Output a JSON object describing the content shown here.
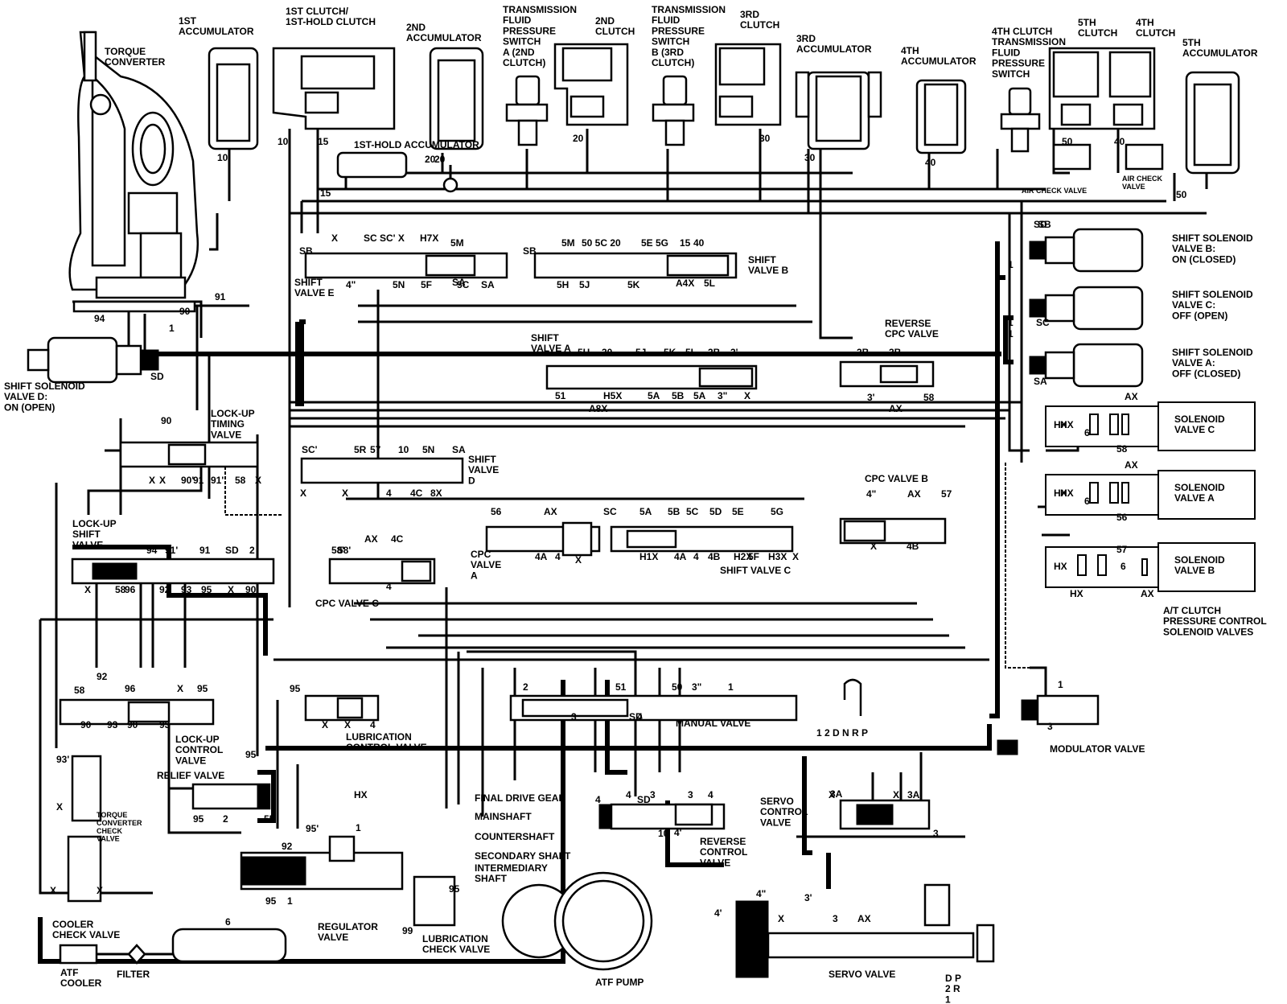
{
  "components": {
    "torque_converter": "TORQUE\nCONVERTER",
    "first_accumulator": "1ST\nACCUMULATOR",
    "first_clutch": "1ST CLUTCH/\n1ST-HOLD CLUTCH",
    "first_hold_accumulator": "1ST-HOLD ACCUMULATOR",
    "second_accumulator": "2ND\nACCUMULATOR",
    "tfp_switch_a": "TRANSMISSION\nFLUID\nPRESSURE\nSWITCH\nA (2ND\nCLUTCH)",
    "second_clutch": "2ND\nCLUTCH",
    "tfp_switch_b": "TRANSMISSION\nFLUID\nPRESSURE\nSWITCH\nB (3RD\nCLUTCH)",
    "third_clutch": "3RD\nCLUTCH",
    "third_accumulator": "3RD\nACCUMULATOR",
    "fourth_accumulator": "4TH\nACCUMULATOR",
    "fourth_clutch_switch": "4TH CLUTCH\nTRANSMISSION\nFLUID\nPRESSURE\nSWITCH",
    "fifth_clutch": "5TH\nCLUTCH",
    "fourth_clutch": "4TH\nCLUTCH",
    "fifth_accumulator": "5TH\nACCUMULATOR",
    "air_check_valve_1": "AIR CHECK VALVE",
    "air_check_valve_2": "AIR CHECK\nVALVE",
    "shift_solenoid_b": "SHIFT SOLENOID\nVALVE B:\nON (CLOSED)",
    "shift_solenoid_c": "SHIFT SOLENOID\nVALVE C:\nOFF (OPEN)",
    "shift_solenoid_a": "SHIFT SOLENOID\nVALVE A:\nOFF (CLOSED)",
    "shift_solenoid_d": "SHIFT SOLENOID\nVALVE D:\nON (OPEN)",
    "solenoid_valve_c": "SOLENOID\nVALVE C",
    "solenoid_valve_a": "SOLENOID\nVALVE A",
    "solenoid_valve_b": "SOLENOID\nVALVE B",
    "at_clutch_pcs": "A/T CLUTCH\nPRESSURE CONTROL\nSOLENOID VALVES",
    "shift_valve_e": "SHIFT\nVALVE E",
    "shift_valve_b": "SHIFT\nVALVE B",
    "shift_valve_a": "SHIFT\nVALVE A",
    "shift_valve_d": "SHIFT\nVALVE\nD",
    "shift_valve_c": "SHIFT VALVE C",
    "reverse_cpc_valve": "REVERSE\nCPC VALVE",
    "cpc_valve_b": "CPC VALVE B",
    "cpc_valve_a": "CPC\nVALVE\nA",
    "cpc_valve_c": "CPC VALVE C",
    "lock_up_timing_valve": "LOCK-UP\nTIMING\nVALVE",
    "lock_up_shift_valve": "LOCK-UP\nSHIFT\nVALVE",
    "lock_up_control_valve": "LOCK-UP\nCONTROL\nVALVE",
    "relief_valve": "RELIEF VALVE",
    "torque_converter_check_valve": "TORQUE\nCONVERTER\nCHECK\nVALVE",
    "lubrication_control_valve": "LUBRICATION\nCONTROL VALVE",
    "manual_valve": "MANUAL VALVE",
    "shift_positions": "1 2 D N R  P",
    "modulator_valve": "MODULATOR VALVE",
    "servo_control_valve": "SERVO\nCONTROL\nVALVE",
    "reverse_control_valve": "REVERSE\nCONTROL\nVALVE",
    "regulator_valve": "REGULATOR\nVALVE",
    "lubrication_check_valve": "LUBRICATION\nCHECK VALVE",
    "atf_pump": "ATF PUMP",
    "servo_valve": "SERVO VALVE",
    "cooler_check_valve": "COOLER\nCHECK VALVE",
    "atf_cooler": "ATF\nCOOLER",
    "filter": "FILTER",
    "final_drive_gear": "FINAL DRIVE GEAR",
    "mainshaft": "MAINSHAFT",
    "countershaft": "COUNTERSHAFT",
    "secondary_shaft": "SECONDARY SHAFT",
    "intermediary_shaft": "INTERMEDIARY\nSHAFT",
    "servo_positions": "D P\n2 R\n1"
  },
  "ports": [
    "10",
    "10",
    "15",
    "15",
    "20",
    "20",
    "20",
    "30",
    "30",
    "40",
    "40",
    "50",
    "50",
    "1",
    "1",
    "1",
    "1",
    "1",
    "SB",
    "SB",
    "SB",
    "SC",
    "SA",
    "SA",
    "SD",
    "SD",
    "X",
    "SC SC' X",
    "H7X",
    "5M",
    "5N",
    "5F",
    "5C",
    "SA",
    "4\"",
    "5M",
    "50 5C 20",
    "5E 5G",
    "15",
    "40",
    "5H",
    "5J",
    "5K",
    "A4X",
    "5L",
    "5H",
    "30",
    "5J",
    "5K",
    "5L",
    "3B",
    "3'",
    "51",
    "H5X",
    "A8X",
    "5A",
    "5B",
    "5A",
    "3\"",
    "X",
    "3B",
    "3B",
    "3'",
    "AX",
    "58",
    "HX",
    "AX",
    "HX",
    "6",
    "58",
    "HX",
    "AX",
    "HX",
    "6",
    "56",
    "HX",
    "6",
    "57",
    "HX",
    "AX",
    "90",
    "90'",
    "91",
    "91'",
    "58",
    "X",
    "X",
    "X",
    "94",
    "90",
    "91",
    "SC'",
    "5R",
    "57",
    "10",
    "5N",
    "SA",
    "4",
    "4C",
    "8X",
    "X",
    "X",
    "56",
    "AX",
    "SC",
    "5A",
    "5B",
    "5C",
    "5D",
    "5E",
    "5G",
    "4A",
    "4",
    "X",
    "H1X",
    "4A",
    "4",
    "4B",
    "H2X",
    "5F",
    "H3X",
    "X",
    "4\"",
    "AX",
    "57",
    "X",
    "4B",
    "58'",
    "AX",
    "4C",
    "4",
    "58'",
    "94",
    "91'",
    "91",
    "SD",
    "2",
    "X",
    "58",
    "96",
    "92",
    "93",
    "95",
    "X",
    "90'",
    "92",
    "58",
    "96",
    "X",
    "95",
    "90",
    "93",
    "90",
    "93",
    "93'",
    "X",
    "X",
    "X",
    "95",
    "2",
    "95",
    "5R",
    "95",
    "X",
    "X",
    "4",
    "2",
    "51",
    "50",
    "3\"",
    "1",
    "3",
    "SD",
    "4",
    "4",
    "3",
    "3",
    "4",
    "X",
    "X",
    "3A",
    "10",
    "4'",
    "3",
    "3A",
    "4'",
    "4\"",
    "X",
    "3'",
    "3",
    "AX",
    "HX",
    "1",
    "92",
    "1",
    "95",
    "95'",
    "95",
    "99",
    "6",
    "1",
    "3",
    "4",
    "SD"
  ]
}
